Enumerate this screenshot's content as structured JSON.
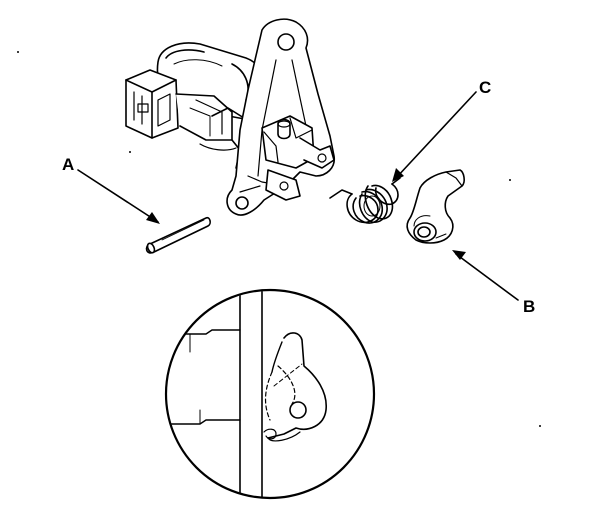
{
  "diagram": {
    "callouts": {
      "a": "A",
      "b": "B",
      "c": "C"
    },
    "colors": {
      "line": "#000000",
      "background": "#ffffff",
      "shade": "#bfbfbf"
    },
    "parts": [
      {
        "id": "a",
        "icon": "pin-icon"
      },
      {
        "id": "b",
        "icon": "lever-icon"
      },
      {
        "id": "c",
        "icon": "spring-icon"
      }
    ]
  }
}
